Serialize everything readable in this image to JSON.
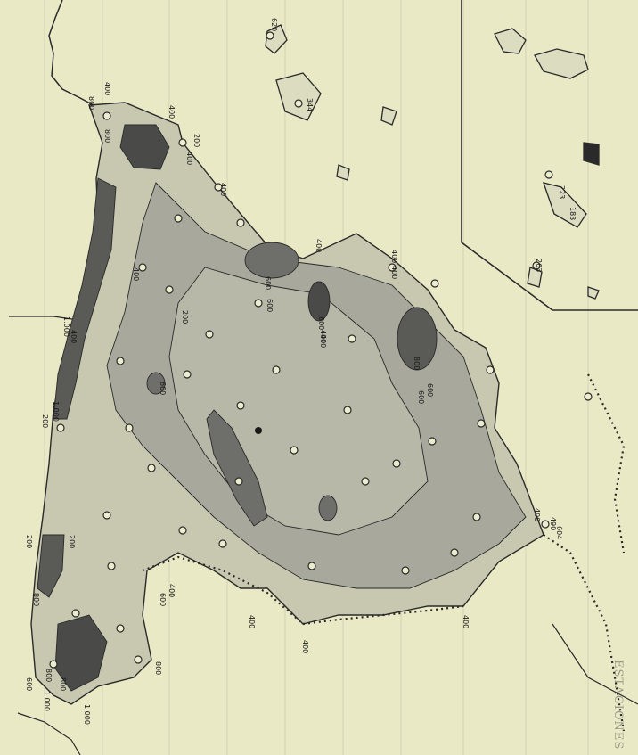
{
  "map": {
    "background_color": "#e9e9c6",
    "ink_color": "#2a2a2a",
    "shade_colors": {
      "lightest": "#dcdcc0",
      "light": "#bdbdac",
      "medium": "#9a9a90",
      "dark": "#6e6e6a",
      "darkest": "#4a4a48"
    },
    "isohyet_labels": [
      {
        "id": "a",
        "text": "400"
      },
      {
        "id": "b",
        "text": "800"
      },
      {
        "id": "c",
        "text": "800"
      },
      {
        "id": "d",
        "text": "400"
      },
      {
        "id": "e",
        "text": "200"
      },
      {
        "id": "f",
        "text": "400"
      },
      {
        "id": "g",
        "text": "400"
      },
      {
        "id": "h",
        "text": "400"
      },
      {
        "id": "i",
        "text": "400"
      },
      {
        "id": "j",
        "text": "600"
      },
      {
        "id": "k",
        "text": "800"
      },
      {
        "id": "l",
        "text": "600"
      },
      {
        "id": "m",
        "text": "200"
      },
      {
        "id": "n",
        "text": "400"
      },
      {
        "id": "o",
        "text": "1.000"
      },
      {
        "id": "p",
        "text": "200"
      },
      {
        "id": "q",
        "text": "600"
      },
      {
        "id": "r",
        "text": "1.000"
      },
      {
        "id": "s",
        "text": "200"
      },
      {
        "id": "t",
        "text": "400"
      },
      {
        "id": "u",
        "text": "600"
      },
      {
        "id": "v",
        "text": "800"
      },
      {
        "id": "w",
        "text": "600"
      },
      {
        "id": "x",
        "text": "600"
      },
      {
        "id": "y",
        "text": "400"
      },
      {
        "id": "z",
        "text": "200"
      },
      {
        "id": "aa",
        "text": "800"
      },
      {
        "id": "ab",
        "text": "600"
      },
      {
        "id": "ac",
        "text": "400"
      },
      {
        "id": "ad",
        "text": "400"
      },
      {
        "id": "ae",
        "text": "400"
      },
      {
        "id": "af",
        "text": "800"
      },
      {
        "id": "ag",
        "text": "1.000"
      },
      {
        "id": "ah",
        "text": "1.000"
      },
      {
        "id": "ai",
        "text": "600"
      },
      {
        "id": "aj",
        "text": "400"
      },
      {
        "id": "ak",
        "text": "800"
      },
      {
        "id": "al",
        "text": "400"
      },
      {
        "id": "am",
        "text": "400"
      },
      {
        "id": "an",
        "text": "400"
      },
      {
        "id": "ao",
        "text": "490"
      },
      {
        "id": "ap",
        "text": "604"
      },
      {
        "id": "aq",
        "text": "620"
      },
      {
        "id": "ar",
        "text": "344"
      },
      {
        "id": "as",
        "text": "223"
      },
      {
        "id": "at",
        "text": "183"
      },
      {
        "id": "au",
        "text": "263"
      }
    ],
    "bleed_through_text": "ESTACIONES"
  }
}
